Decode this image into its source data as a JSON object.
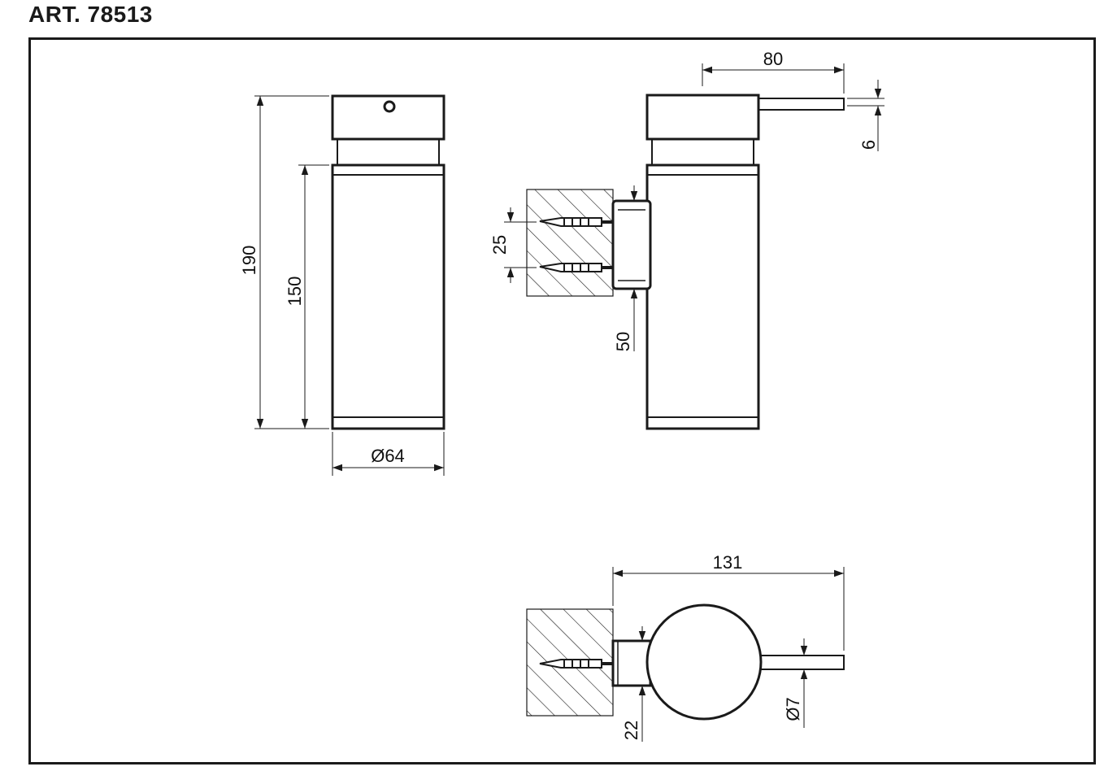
{
  "header": {
    "article": "ART. 78513"
  },
  "dimensions": {
    "height_total": "190",
    "height_body": "150",
    "diameter": "Ø64",
    "projection_top": "80",
    "spout_thickness": "6",
    "screw_spacing": "25",
    "mount_offset": "50",
    "projection_total": "131",
    "bracket_thickness": "22",
    "spout_diameter": "Ø7"
  },
  "colors": {
    "line": "#1a1a1a",
    "background": "#ffffff"
  }
}
